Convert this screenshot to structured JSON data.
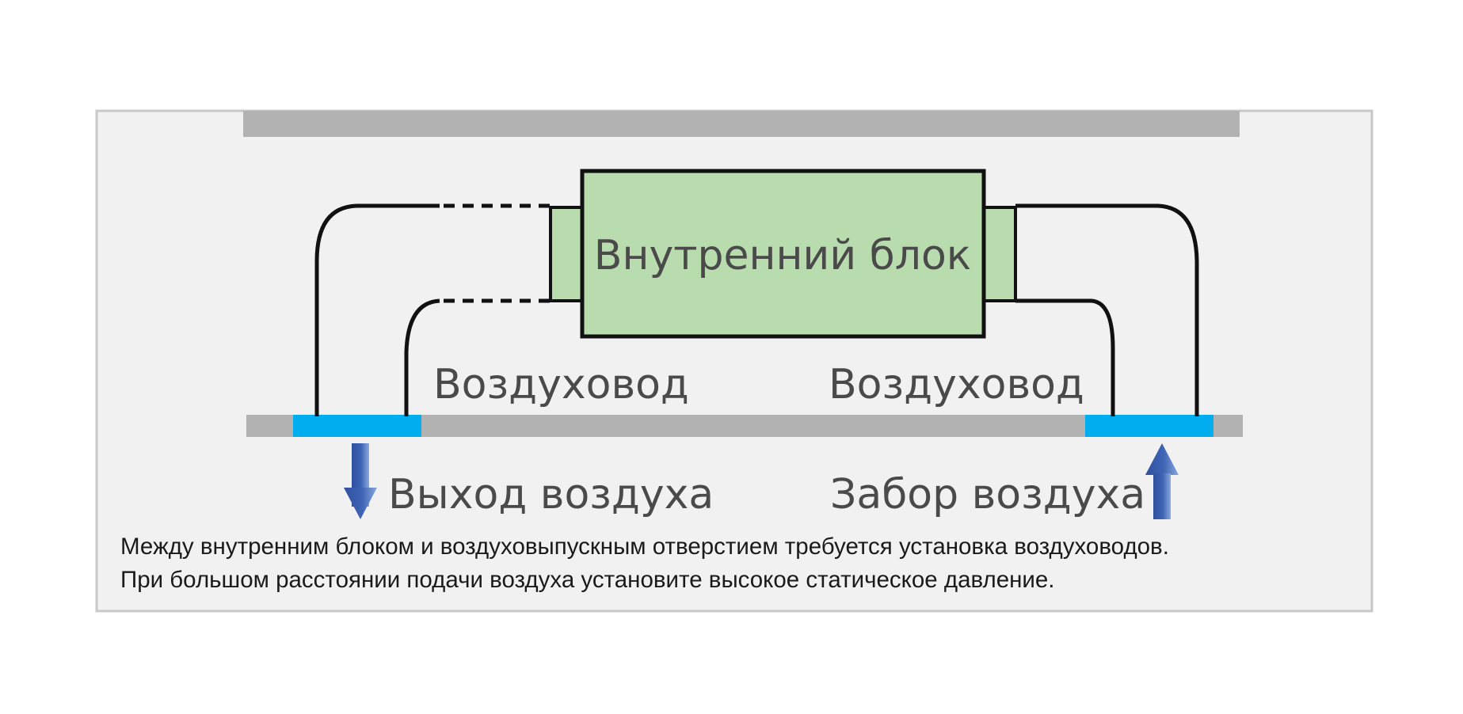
{
  "diagram": {
    "unit_label": "Внутренний блок",
    "duct_left_label": "Воздуховод",
    "duct_right_label": "Воздуховод",
    "outlet_label": "Выход воздуха",
    "inlet_label": "Забор воздуха",
    "note_line_1": "Между внутренним блоком и воздуховыпускным отверстием требуется установка воздуховодов.",
    "note_line_2": "При большом расстоянии подачи воздуха установите высокое статическое давление."
  },
  "colors": {
    "panel_bg": "#f1f1f1",
    "panel_border": "#c8c8c8",
    "ceiling_gray": "#b2b2b2",
    "unit_fill": "#b8dcae",
    "vent_blue": "#00adef",
    "arrow_blue": "#3a5ca8",
    "arrow_light": "#7b9bd6",
    "line_black": "#111111"
  }
}
